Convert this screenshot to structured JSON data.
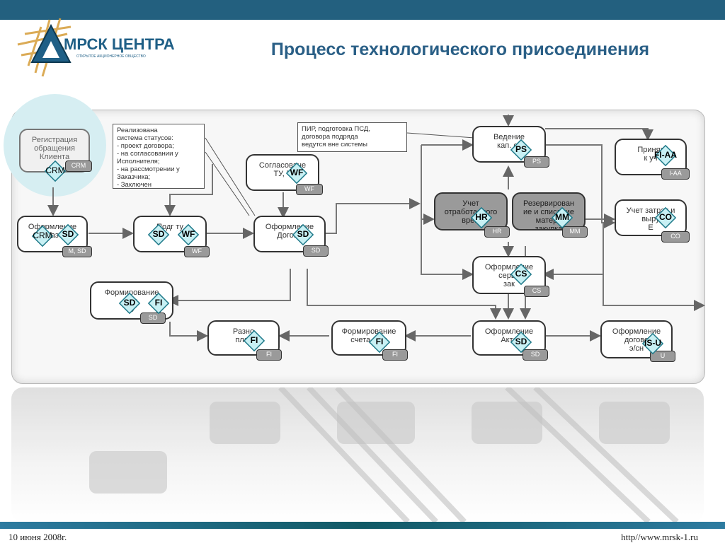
{
  "header": {
    "title": "Процесс технологического присоединения",
    "logo_name": "МРСК ЦЕНТРА",
    "logo_subtitle": "ОТКРЫТОЕ АКЦИОНЕРНОЕ ОБЩЕСТВО"
  },
  "footer": {
    "date": "10 июня 2008г.",
    "url": "http//www.mrsk-1.ru"
  },
  "notes": {
    "statuses": [
      "Реализована",
      "система статусов:",
      "- проект договора;",
      "- на согласовании у",
      "Исполнителя;",
      "- на рассмотрении у",
      "Заказчика;",
      "- Заключен"
    ],
    "pir": [
      "ПИР, подготовка ПСД,",
      "договора подряда",
      "ведутся вне системы"
    ]
  },
  "boxes": {
    "reg": [
      "Регистрация",
      "обращения",
      "Клиента"
    ],
    "reg_tag": "CRM",
    "zayavki": [
      "Оформление",
      "Заз"
    ],
    "zayavki_tag": "M, SD",
    "podgotovka": [
      "Подг      ту"
    ],
    "podgotovka_tag": "WF",
    "soglas": [
      "Согласоване",
      "ТУ, Т"
    ],
    "soglas_tag": "WF",
    "dogovor": [
      "Оформление",
      "Догово"
    ],
    "dogovor_tag": "SD",
    "formir": [
      "Формирование",
      "сче",
      "о"
    ],
    "formir_tag": "SD",
    "razn": [
      "Разно",
      "плат"
    ],
    "razn_tag": "FI",
    "schet": [
      "Формирование",
      "счета-ф    ы"
    ],
    "schet_tag": "FI",
    "vedenie": [
      "Ведение",
      "кап. ст"
    ],
    "vedenie_tag": "PS",
    "uchet": [
      "Учет",
      "отработанного",
      "врем"
    ],
    "uchet_tag": "HR",
    "rezerv": [
      "Резервирован",
      "ие и списание",
      "матери",
      "закупка"
    ],
    "rezerv_tag": "MM",
    "servis": [
      "Оформление",
      "серви",
      "зак"
    ],
    "servis_tag": "CS",
    "akt": [
      "Оформление",
      "Акта"
    ],
    "akt_tag": "SD",
    "prinyat": [
      "Принят",
      "к уч"
    ],
    "prinyat_tag": "I-AA",
    "zatrat": [
      "Учет затрат и",
      "выру",
      "Е"
    ],
    "zatrat_tag": "CO",
    "dogovor_e": [
      "Оформление",
      "догово",
      "э/сн"
    ],
    "dogovor_e_tag": "U"
  },
  "badges": {
    "crm_top": "CRM",
    "crm_left": "CRM",
    "sd_left": "SD",
    "sd_pod": "SD",
    "wf_pod": "WF",
    "wf_sogl": "WF",
    "sd_dog": "SD",
    "sd_form": "SD",
    "fi_form": "FI",
    "fi_razn": "FI",
    "fi_schet": "FI",
    "sd_akt": "SD",
    "isu": "IS-U",
    "ps": "PS",
    "hr": "HR",
    "mm": "MM",
    "cs": "CS",
    "fiaa": "FI-AA",
    "co": "CO"
  },
  "colors": {
    "topbar": "#23607f",
    "title": "#2a5f86",
    "badge_fill": "#c8f0f4",
    "badge_border": "#1f7a8a"
  }
}
